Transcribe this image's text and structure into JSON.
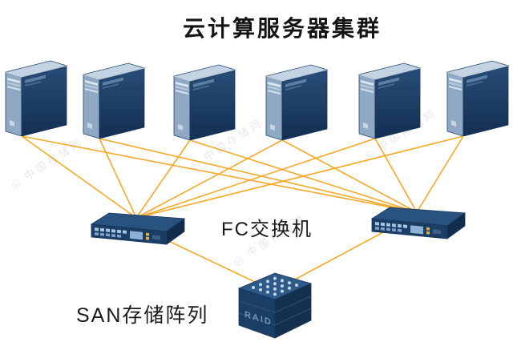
{
  "diagram": {
    "title": "云计算服务器集群",
    "labels": {
      "fc_switch": "FC交换机",
      "san_storage": "SAN存储阵列",
      "raid": "RAID"
    },
    "watermark": {
      "emblem": "◎",
      "text": "中国存储网"
    },
    "structure": {
      "server_count": 6,
      "switch_count": 2,
      "storage_count": 1,
      "connections": "each server connects to both FC switches; both FC switches connect to the SAN storage array"
    },
    "colors": {
      "connection_line": "#f6a41d",
      "device_dark": "#1b3e66",
      "device_top": "#c3d3e3",
      "background": "#ffffff"
    }
  }
}
